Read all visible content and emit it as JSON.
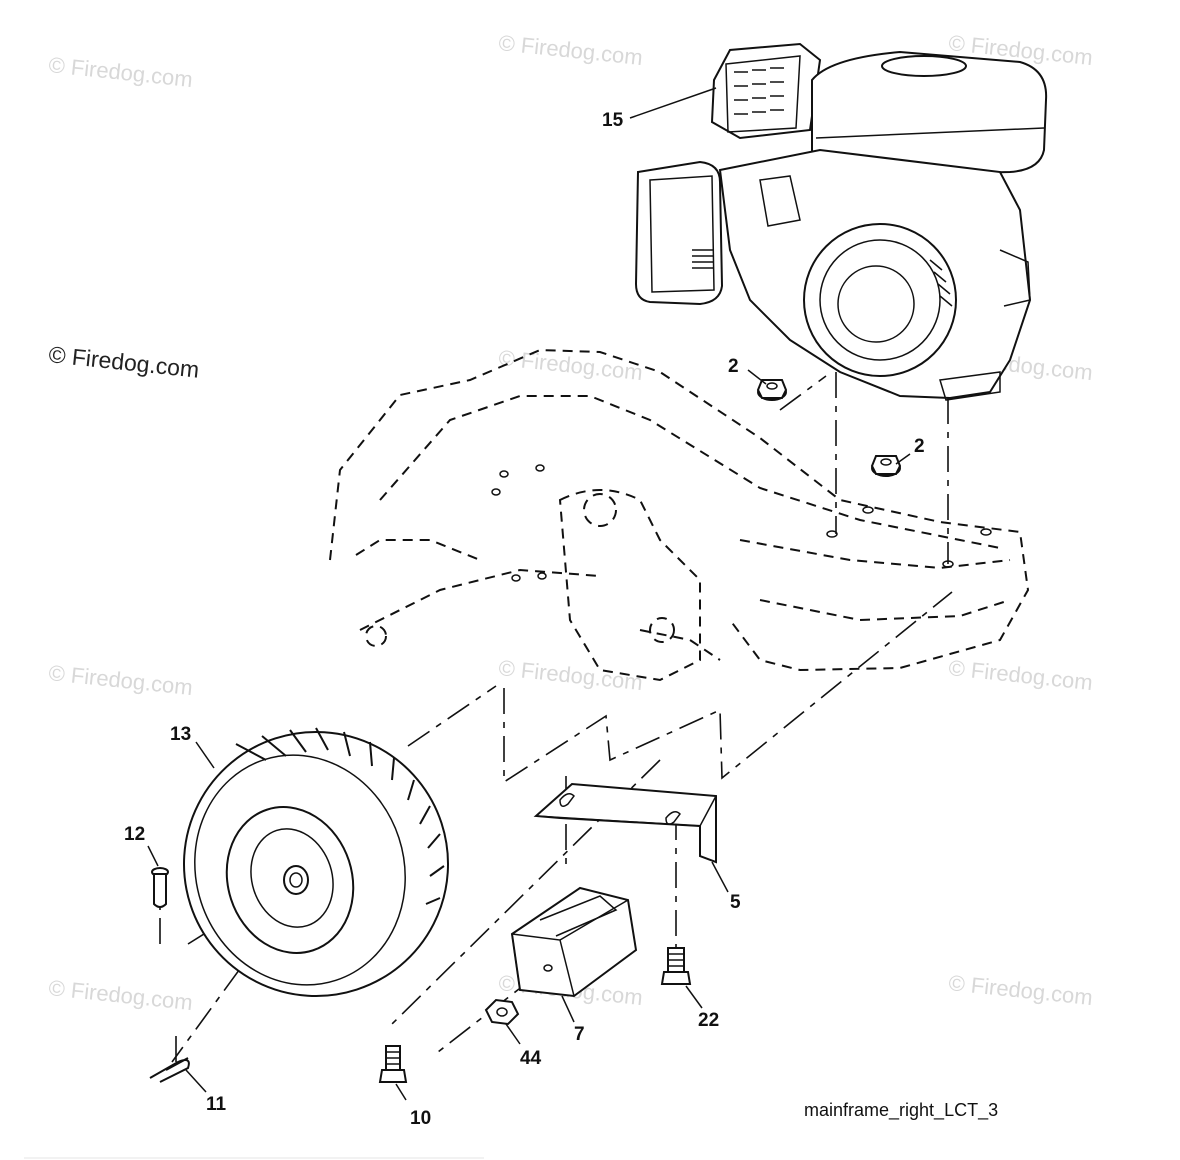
{
  "watermark": "© Firedog.com",
  "caption": "mainframe_right_LCT_3",
  "callouts": {
    "engine_shroud": "15",
    "nut_left": "2",
    "nut_right": "2",
    "tire": "13",
    "pin": "12",
    "bracket": "5",
    "weight": "7",
    "bolt_right": "22",
    "nut_small": "44",
    "bolt_left": "10",
    "hairpin": "11"
  }
}
